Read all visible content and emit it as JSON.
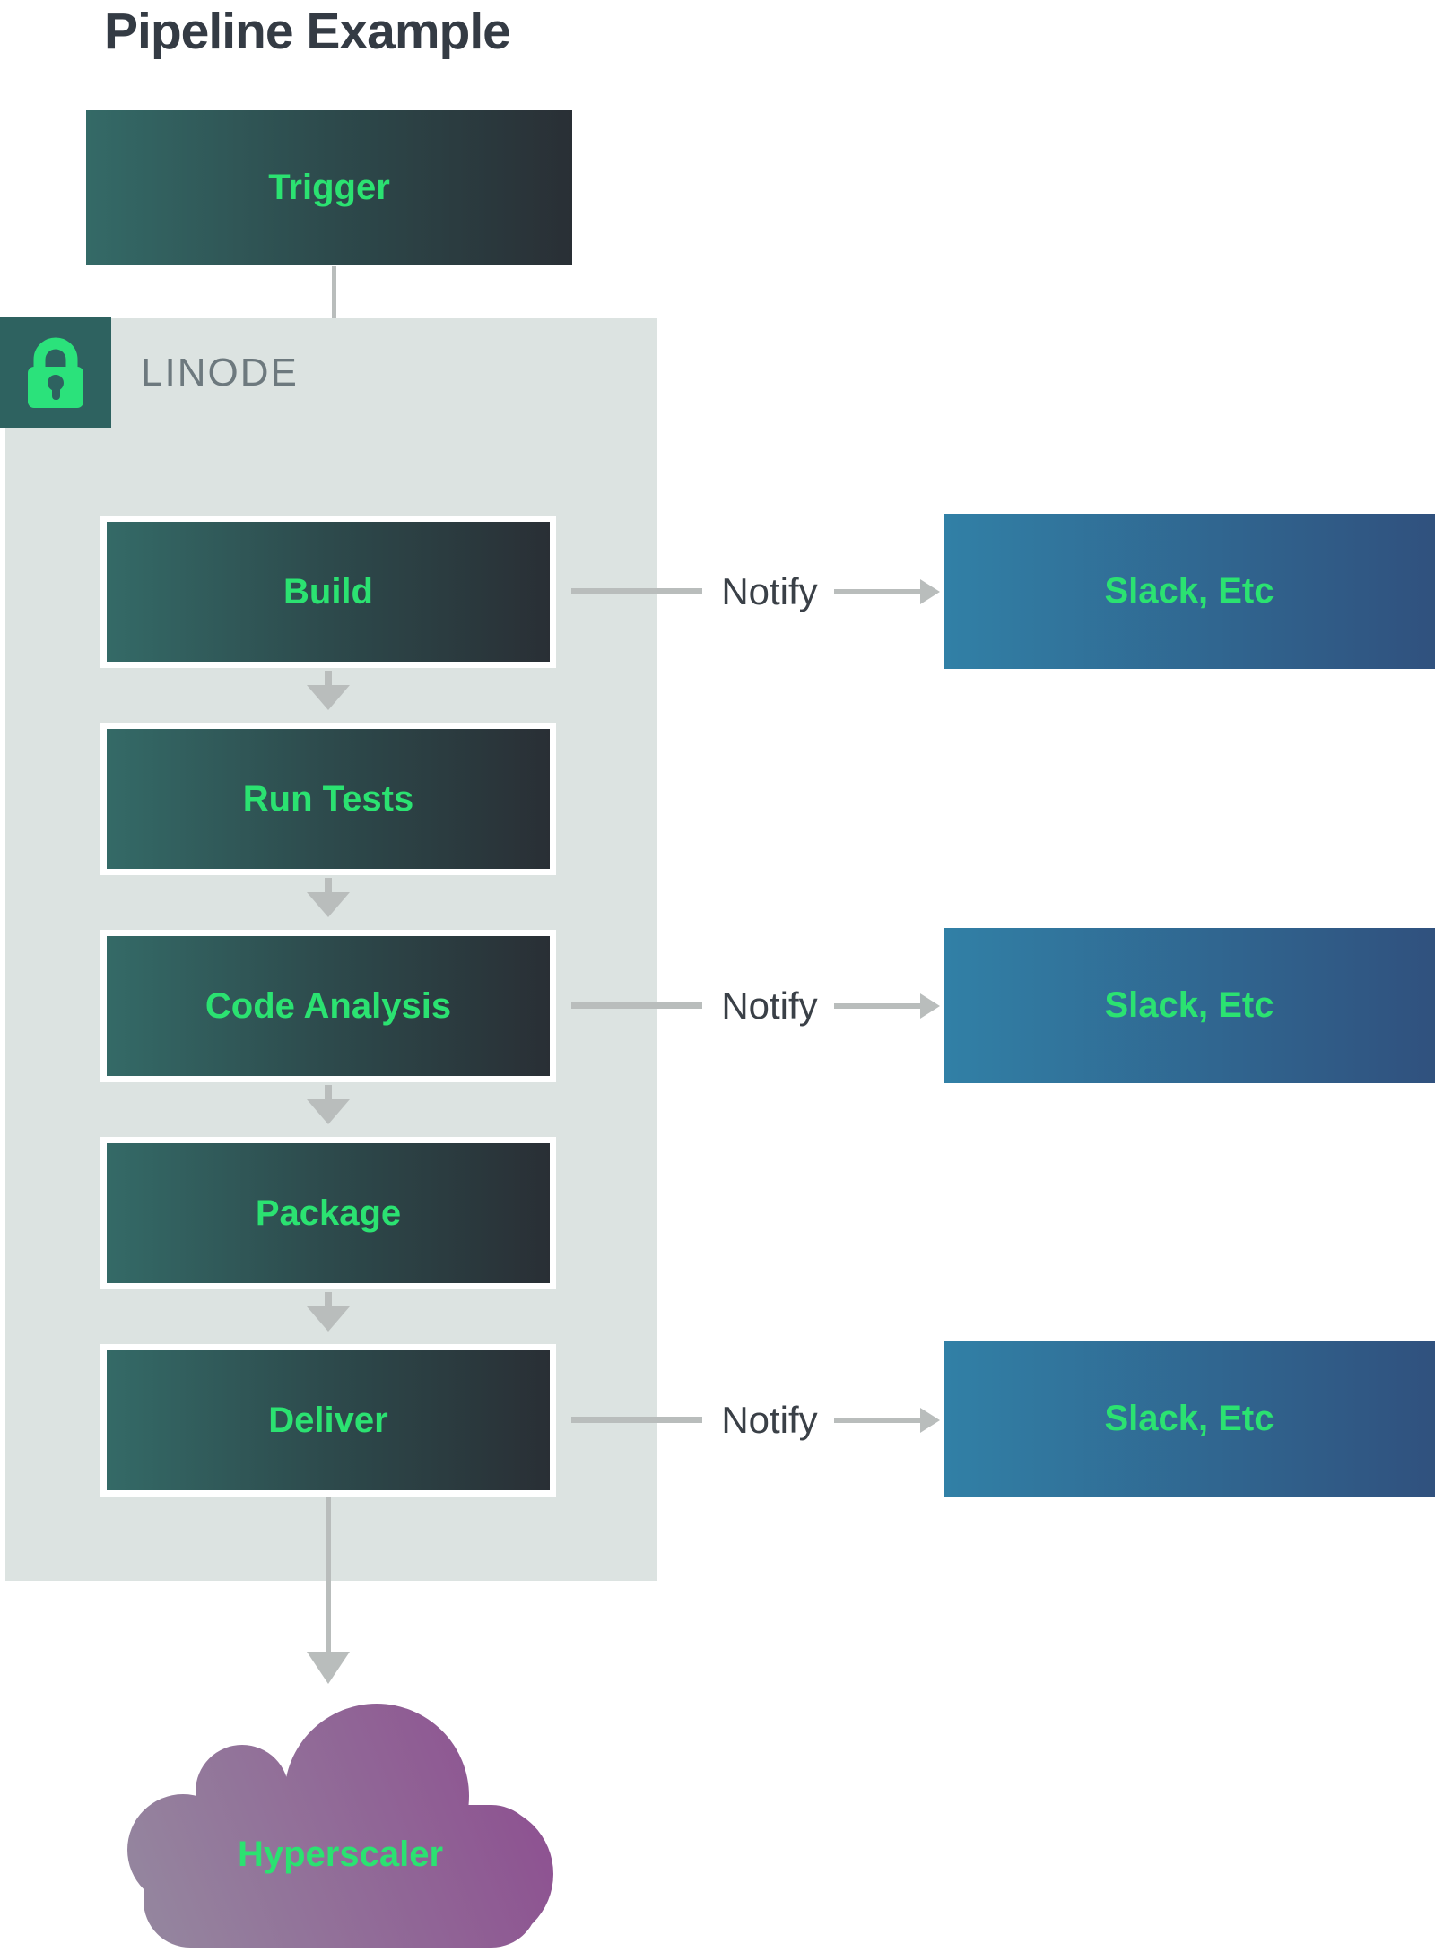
{
  "title": "Pipeline Example",
  "trigger": {
    "label": "Trigger"
  },
  "platform": {
    "name": "LINODE",
    "icon": "lock-icon"
  },
  "stages": [
    {
      "label": "Build",
      "notify_label": "Notify",
      "notify_target": "Slack, Etc"
    },
    {
      "label": "Run Tests"
    },
    {
      "label": "Code Analysis",
      "notify_label": "Notify",
      "notify_target": "Slack, Etc"
    },
    {
      "label": "Package"
    },
    {
      "label": "Deliver",
      "notify_label": "Notify",
      "notify_target": "Slack, Etc"
    }
  ],
  "destination": {
    "label": "Hyperscaler"
  },
  "colors": {
    "accent_green": "#2be271",
    "stage_gradient_start": "#346a67",
    "stage_gradient_end": "#292f35",
    "notify_box_gradient_start": "#3180a6",
    "notify_box_gradient_end": "#30517e",
    "container_bg": "#dce3e1",
    "lock_square_bg": "#2e6260",
    "cloud_gradient_start": "#95889f",
    "cloud_gradient_end": "#8d4e90",
    "arrow_gray": "#b9bdbc",
    "heading_text": "#343b44",
    "muted_text": "#6d797e"
  }
}
